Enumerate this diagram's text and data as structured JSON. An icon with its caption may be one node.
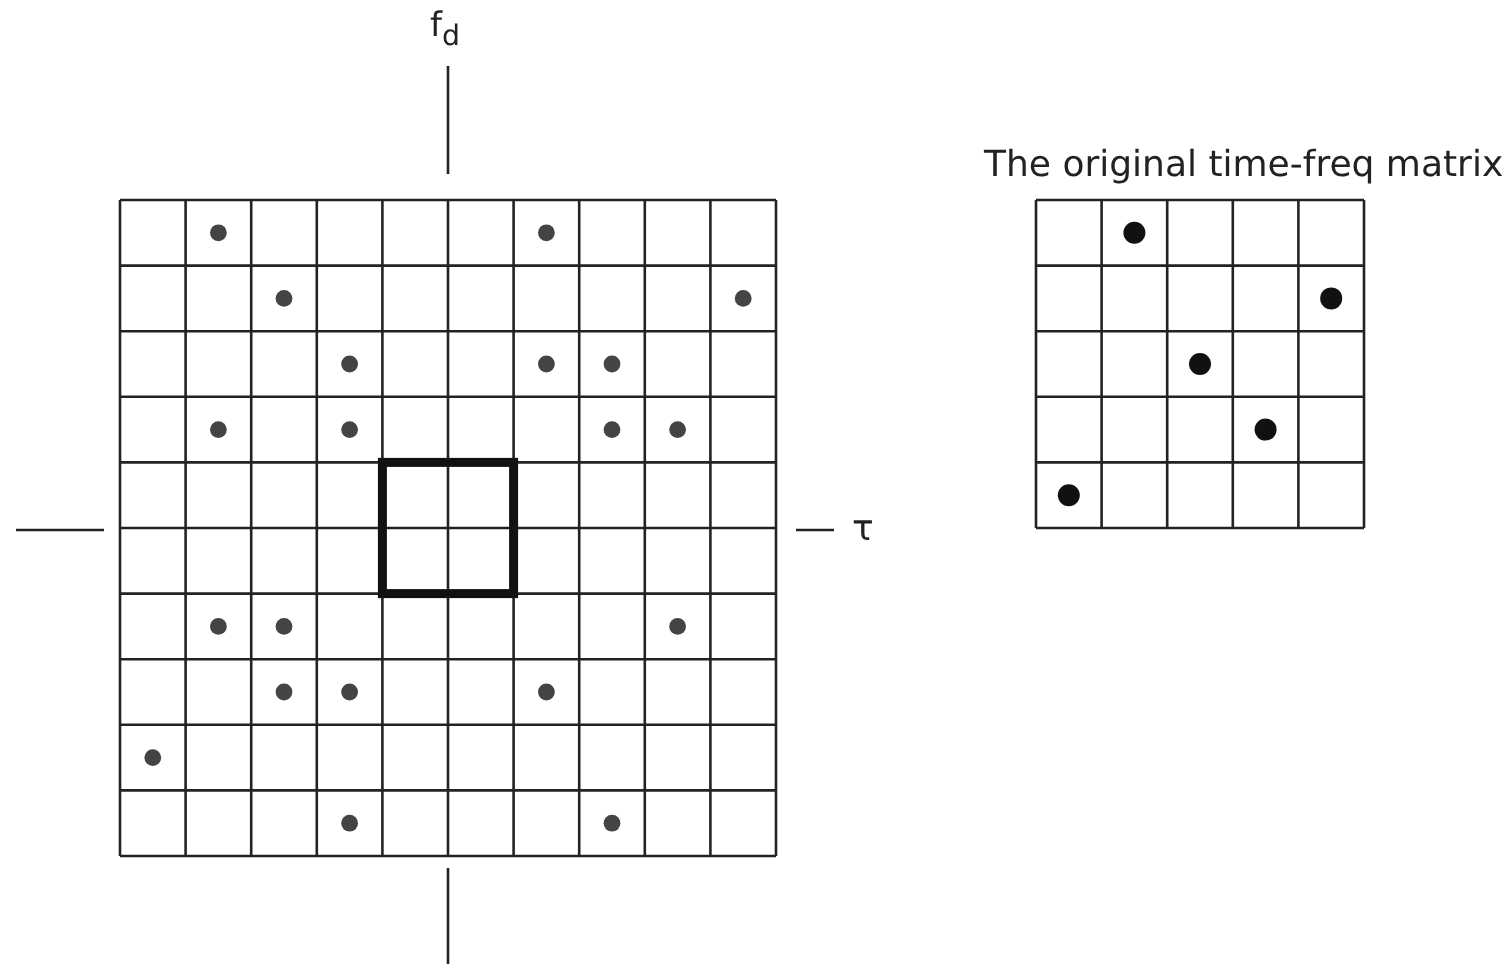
{
  "diagram": {
    "labels": [
      "f$_{d}$",
      "τ",
      "The original time-freq matrix"
    ]
  }
}
